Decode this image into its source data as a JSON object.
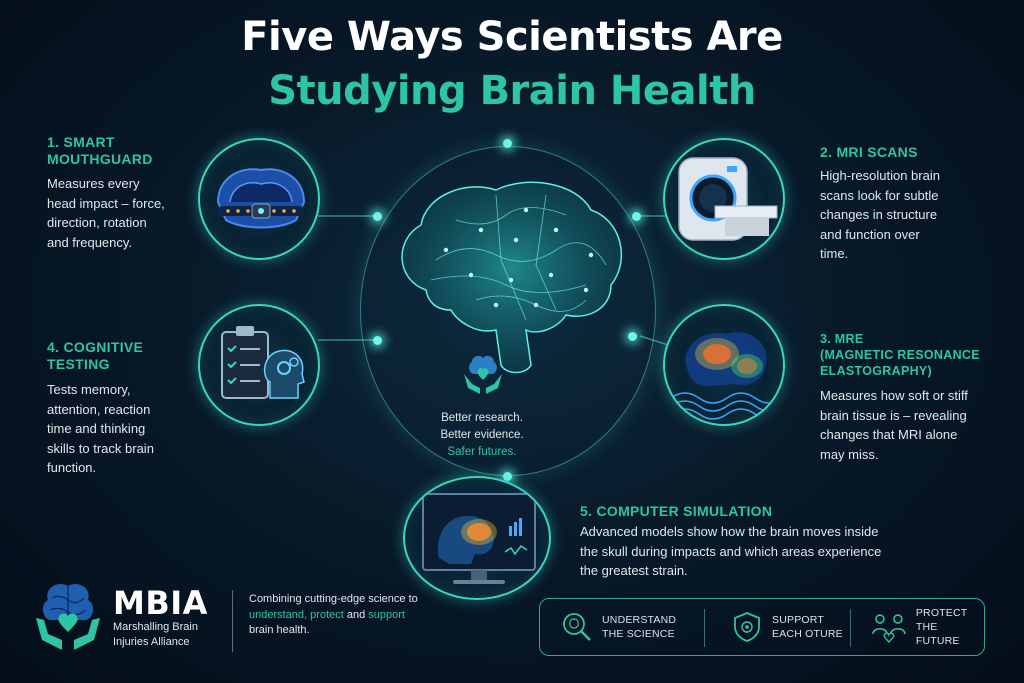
{
  "title": {
    "line1": "Five Ways Scientists Are",
    "line2": "Studying Brain Health"
  },
  "sections": {
    "mouthguard": {
      "heading": "1. SMART\nMOUTHGUARD",
      "description": "Measures every head impact – force, direction, rotation and frequency."
    },
    "mri": {
      "heading": "2. MRI SCANS",
      "description": "High-resolution brain scans look for subtle changes in structure and function over time."
    },
    "mre": {
      "heading": "3. MRE\n(MAGNETIC RESONANCE\nELASTOGRAPHY)",
      "description": "Measures how soft or stiff brain tissue is – revealing changes that MRI alone may miss."
    },
    "cognitive": {
      "heading": "4. COGNITIVE\nTESTING",
      "description": "Tests memory, attention, reaction time and thinking skills to track brain function."
    },
    "simulation": {
      "heading": "5. COMPUTER SIMULATION",
      "description": "Advanced models show how the brain moves inside the skull during impacts and which areas experience the greatest strain."
    }
  },
  "center": {
    "line1": "Better research.",
    "line2": "Better evidence.",
    "line3": "Safer futures."
  },
  "logo": {
    "name": "MBIA",
    "subtitle_line1": "Marshalling Brain",
    "subtitle_line2": "Injuries Alliance"
  },
  "tagline": {
    "part1": "Combining cutting-edge science to ",
    "understand": "understand,",
    "protect": "protect",
    "and": " and ",
    "support": "support",
    "end": " brain health."
  },
  "footer": {
    "items": [
      {
        "line1": "UNDERSTAND",
        "line2": "THE SCIENCE",
        "icon": "brain-magnifier-icon"
      },
      {
        "line1": "SUPPORT",
        "line2": "EACH OTURE",
        "icon": "shield-gear-icon"
      },
      {
        "line1": "PROTECT",
        "line2": "THE FUTURE",
        "icon": "people-heart-icon"
      }
    ]
  },
  "colors": {
    "accent": "#2ec4a6",
    "ring": "#3ad6c2",
    "background": "#071726"
  }
}
